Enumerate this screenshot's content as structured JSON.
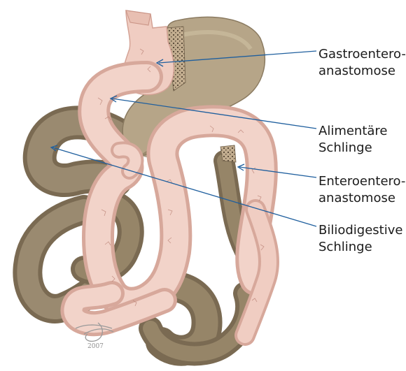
{
  "labels": {
    "gastroentero": {
      "line1": "Gastroentero-",
      "line2": "anastomose"
    },
    "alimentaere": {
      "line1": "Alimentäre",
      "line2": "Schlinge"
    },
    "enteroentero": {
      "line1": "Enteroentero-",
      "line2": "anastomose"
    },
    "biliodigestive": {
      "line1": "Biliodigestive",
      "line2": "Schlinge"
    }
  },
  "colors": {
    "stomach": "#b5a387",
    "stomach_shadow": "#8c7b61",
    "bowel_dark": "#8d7c62",
    "bowel_pink": "#f1d0c6",
    "bowel_pink_edge": "#d9a99d",
    "leader_line": "#1f5f9e",
    "signature": "#9a9a9a"
  },
  "signature": "2007"
}
